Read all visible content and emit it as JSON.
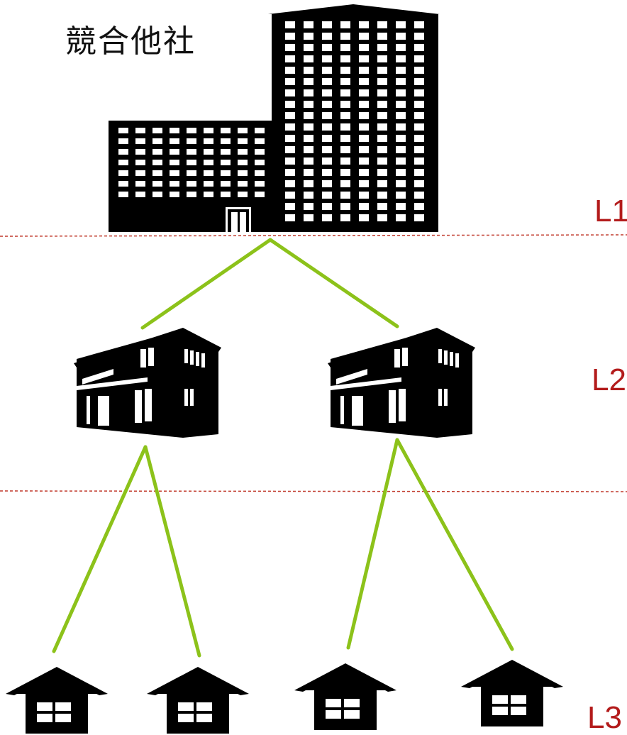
{
  "title": "競合他社",
  "levels": [
    "L1",
    "L2",
    "L3"
  ],
  "colors": {
    "level_label": "#b31b1b",
    "divider": "#c0392b",
    "connector": "#8cc21a",
    "icon": "#000000"
  },
  "nodes": {
    "competitor": {
      "level": "L1",
      "icon": "office-building-icon"
    },
    "houses": [
      {
        "level": "L2",
        "icon": "two-story-house-icon"
      },
      {
        "level": "L2",
        "icon": "two-story-house-icon"
      }
    ],
    "small_houses": [
      {
        "level": "L3",
        "icon": "small-house-icon"
      },
      {
        "level": "L3",
        "icon": "small-house-icon"
      },
      {
        "level": "L3",
        "icon": "small-house-icon"
      },
      {
        "level": "L3",
        "icon": "small-house-icon"
      }
    ]
  }
}
